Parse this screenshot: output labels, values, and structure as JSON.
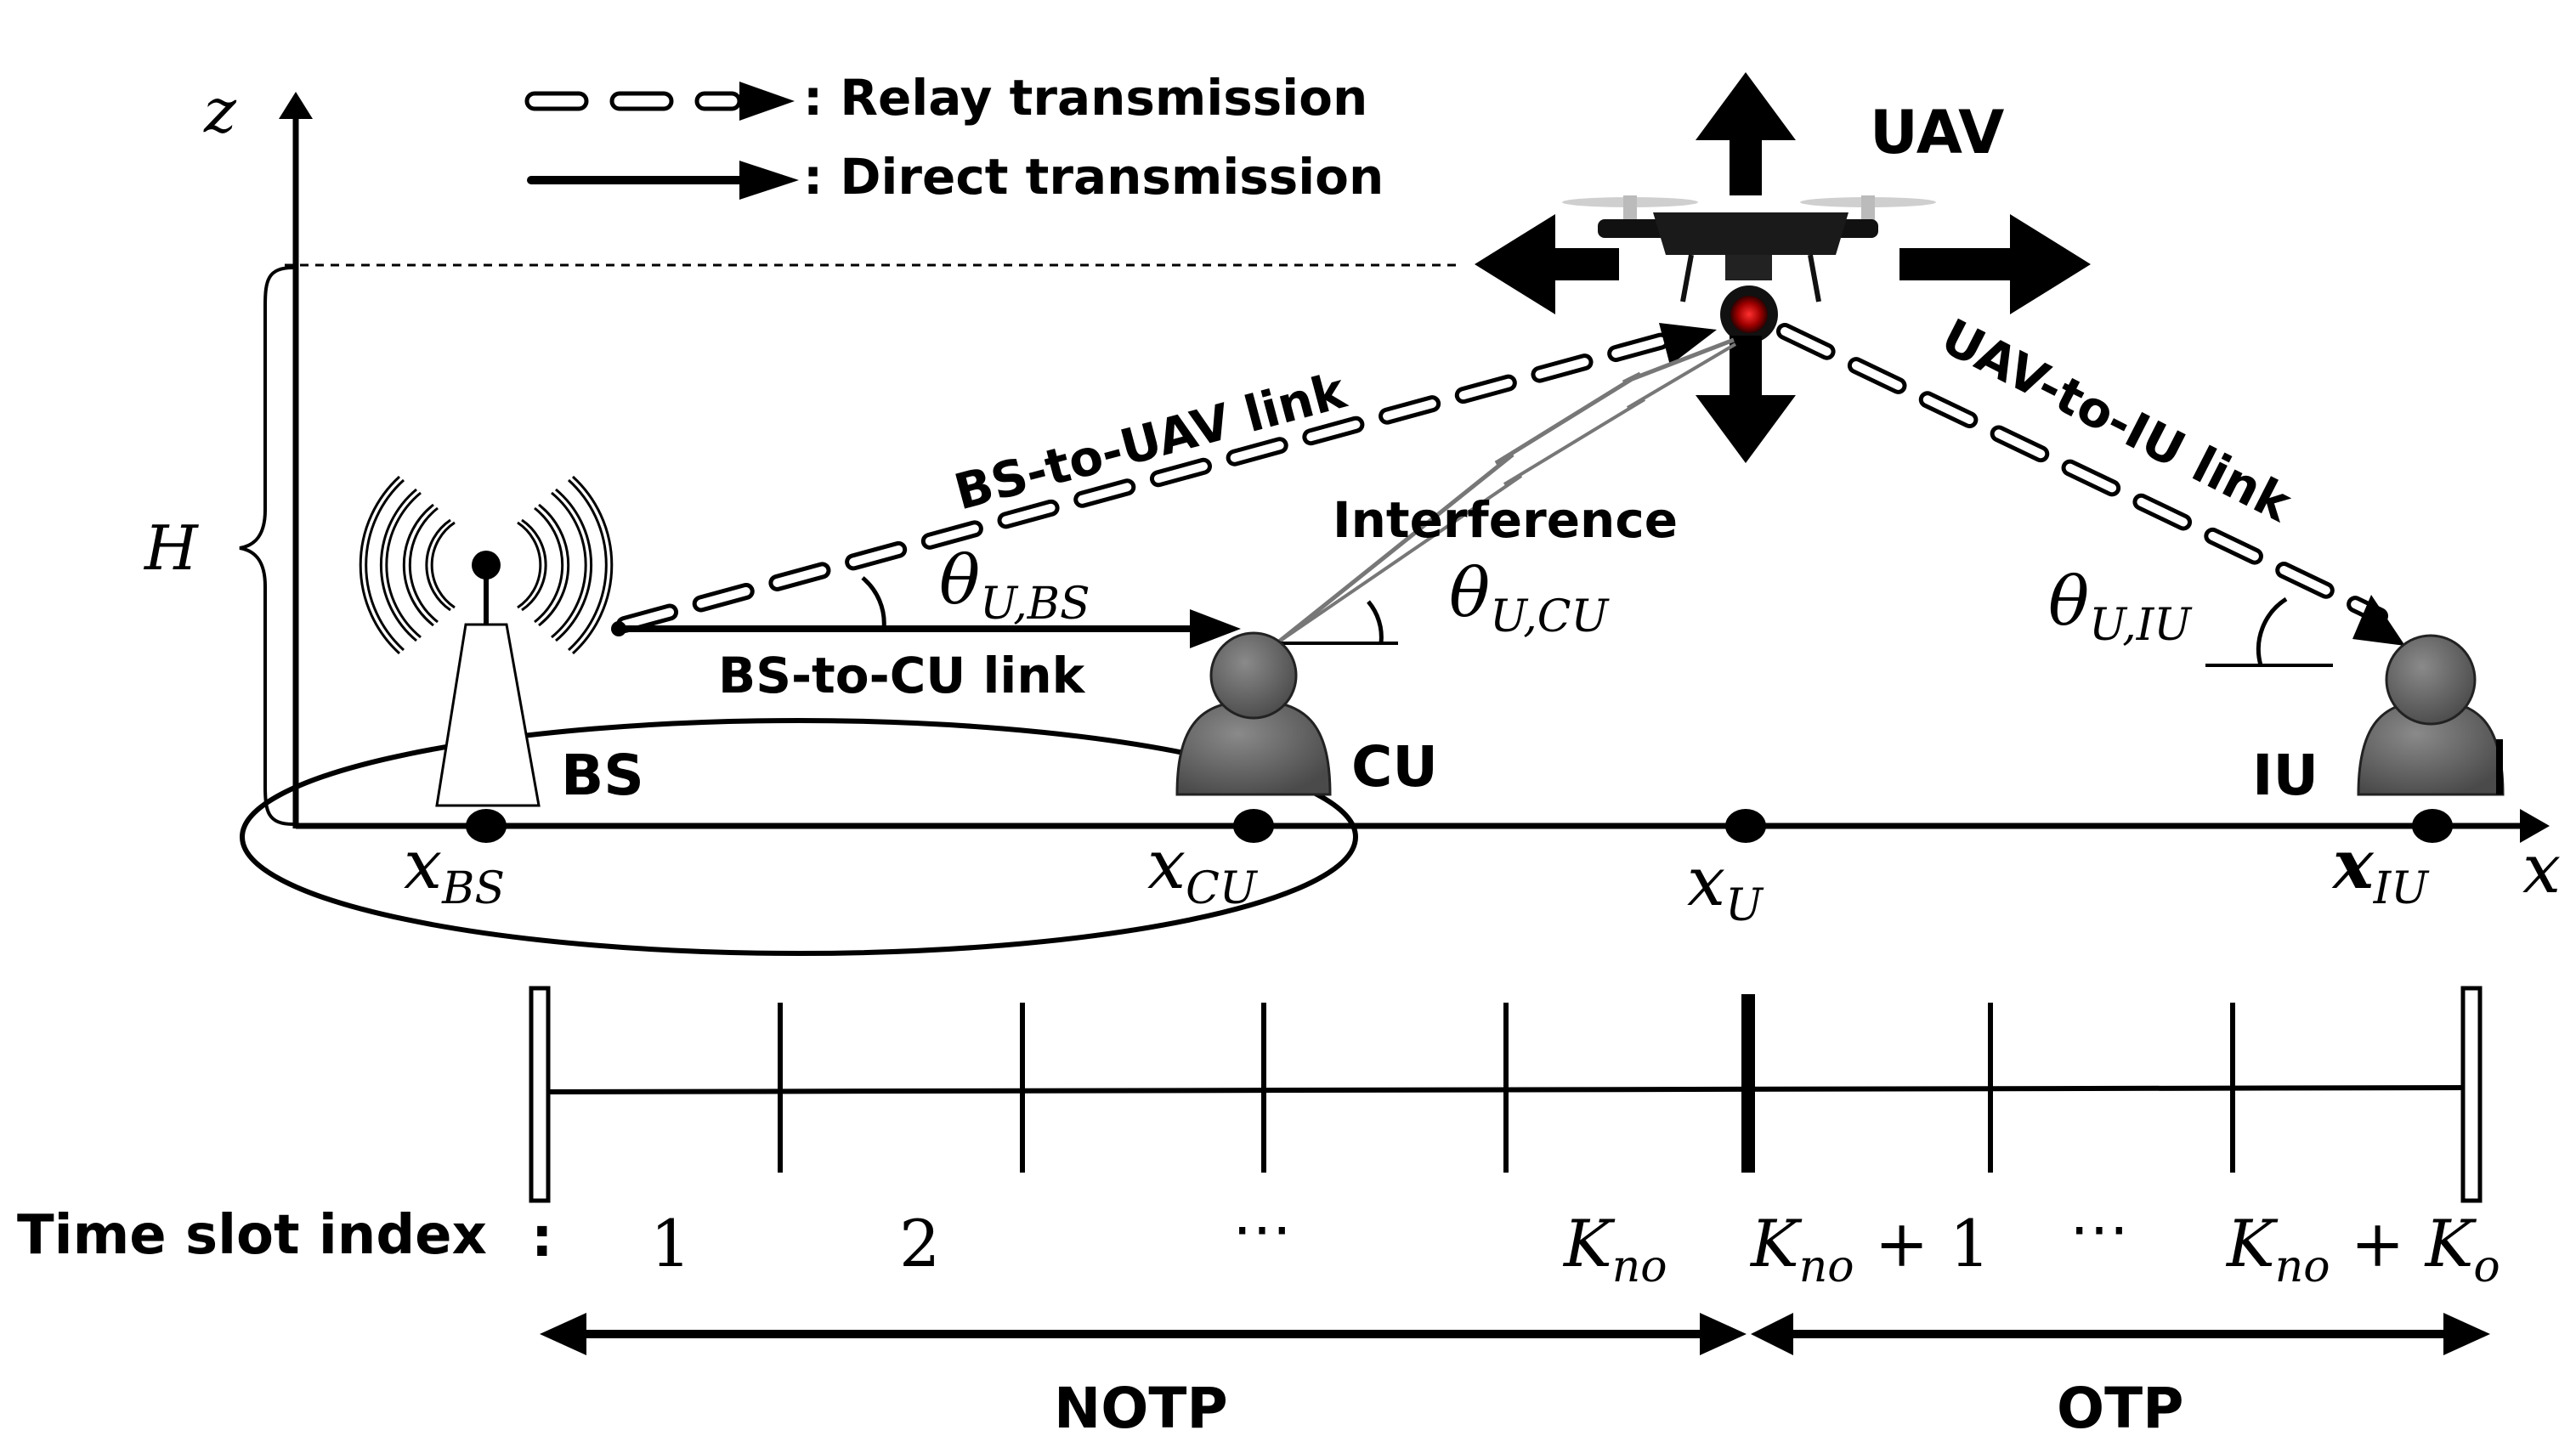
{
  "legend": {
    "relay_label": ": Relay transmission",
    "direct_label": ": Direct transmission"
  },
  "axes": {
    "z_label": "z",
    "x_label": "x",
    "height_label": "H"
  },
  "nodes": {
    "uav": "UAV",
    "bs": "BS",
    "cu": "CU",
    "iu": "IU"
  },
  "links": {
    "bs_to_uav": "BS-to-UAV link",
    "uav_to_iu": "UAV-to-IU link",
    "bs_to_cu": "BS-to-CU link",
    "interference": "Interference"
  },
  "angles": {
    "bs": {
      "base": "θ",
      "sub": "U,BS"
    },
    "cu": {
      "base": "θ",
      "sub": "U,CU"
    },
    "iu": {
      "base": "θ",
      "sub": "U,IU"
    }
  },
  "positions": {
    "bs": {
      "base": "x",
      "sub": "BS"
    },
    "cu": {
      "base": "x",
      "sub": "CU"
    },
    "u": {
      "base": "x",
      "sub": "U"
    },
    "iu": {
      "base": "x",
      "sub": "IU"
    }
  },
  "timeline": {
    "label": "Time slot index",
    "colon": ":",
    "slot1": "1",
    "slot2": "2",
    "ellipsis1": "⋯",
    "kno": {
      "base": "K",
      "sub": "no"
    },
    "kno_plus_1": {
      "base": "K",
      "sub": "no",
      "tail": " + 1"
    },
    "ellipsis2": "⋯",
    "kno_plus_ko": {
      "base": "K",
      "sub": "no",
      "mid": " + ",
      "base2": "K",
      "sub2": "o"
    }
  },
  "phases": {
    "notp": "NOTP",
    "otp": "OTP"
  }
}
